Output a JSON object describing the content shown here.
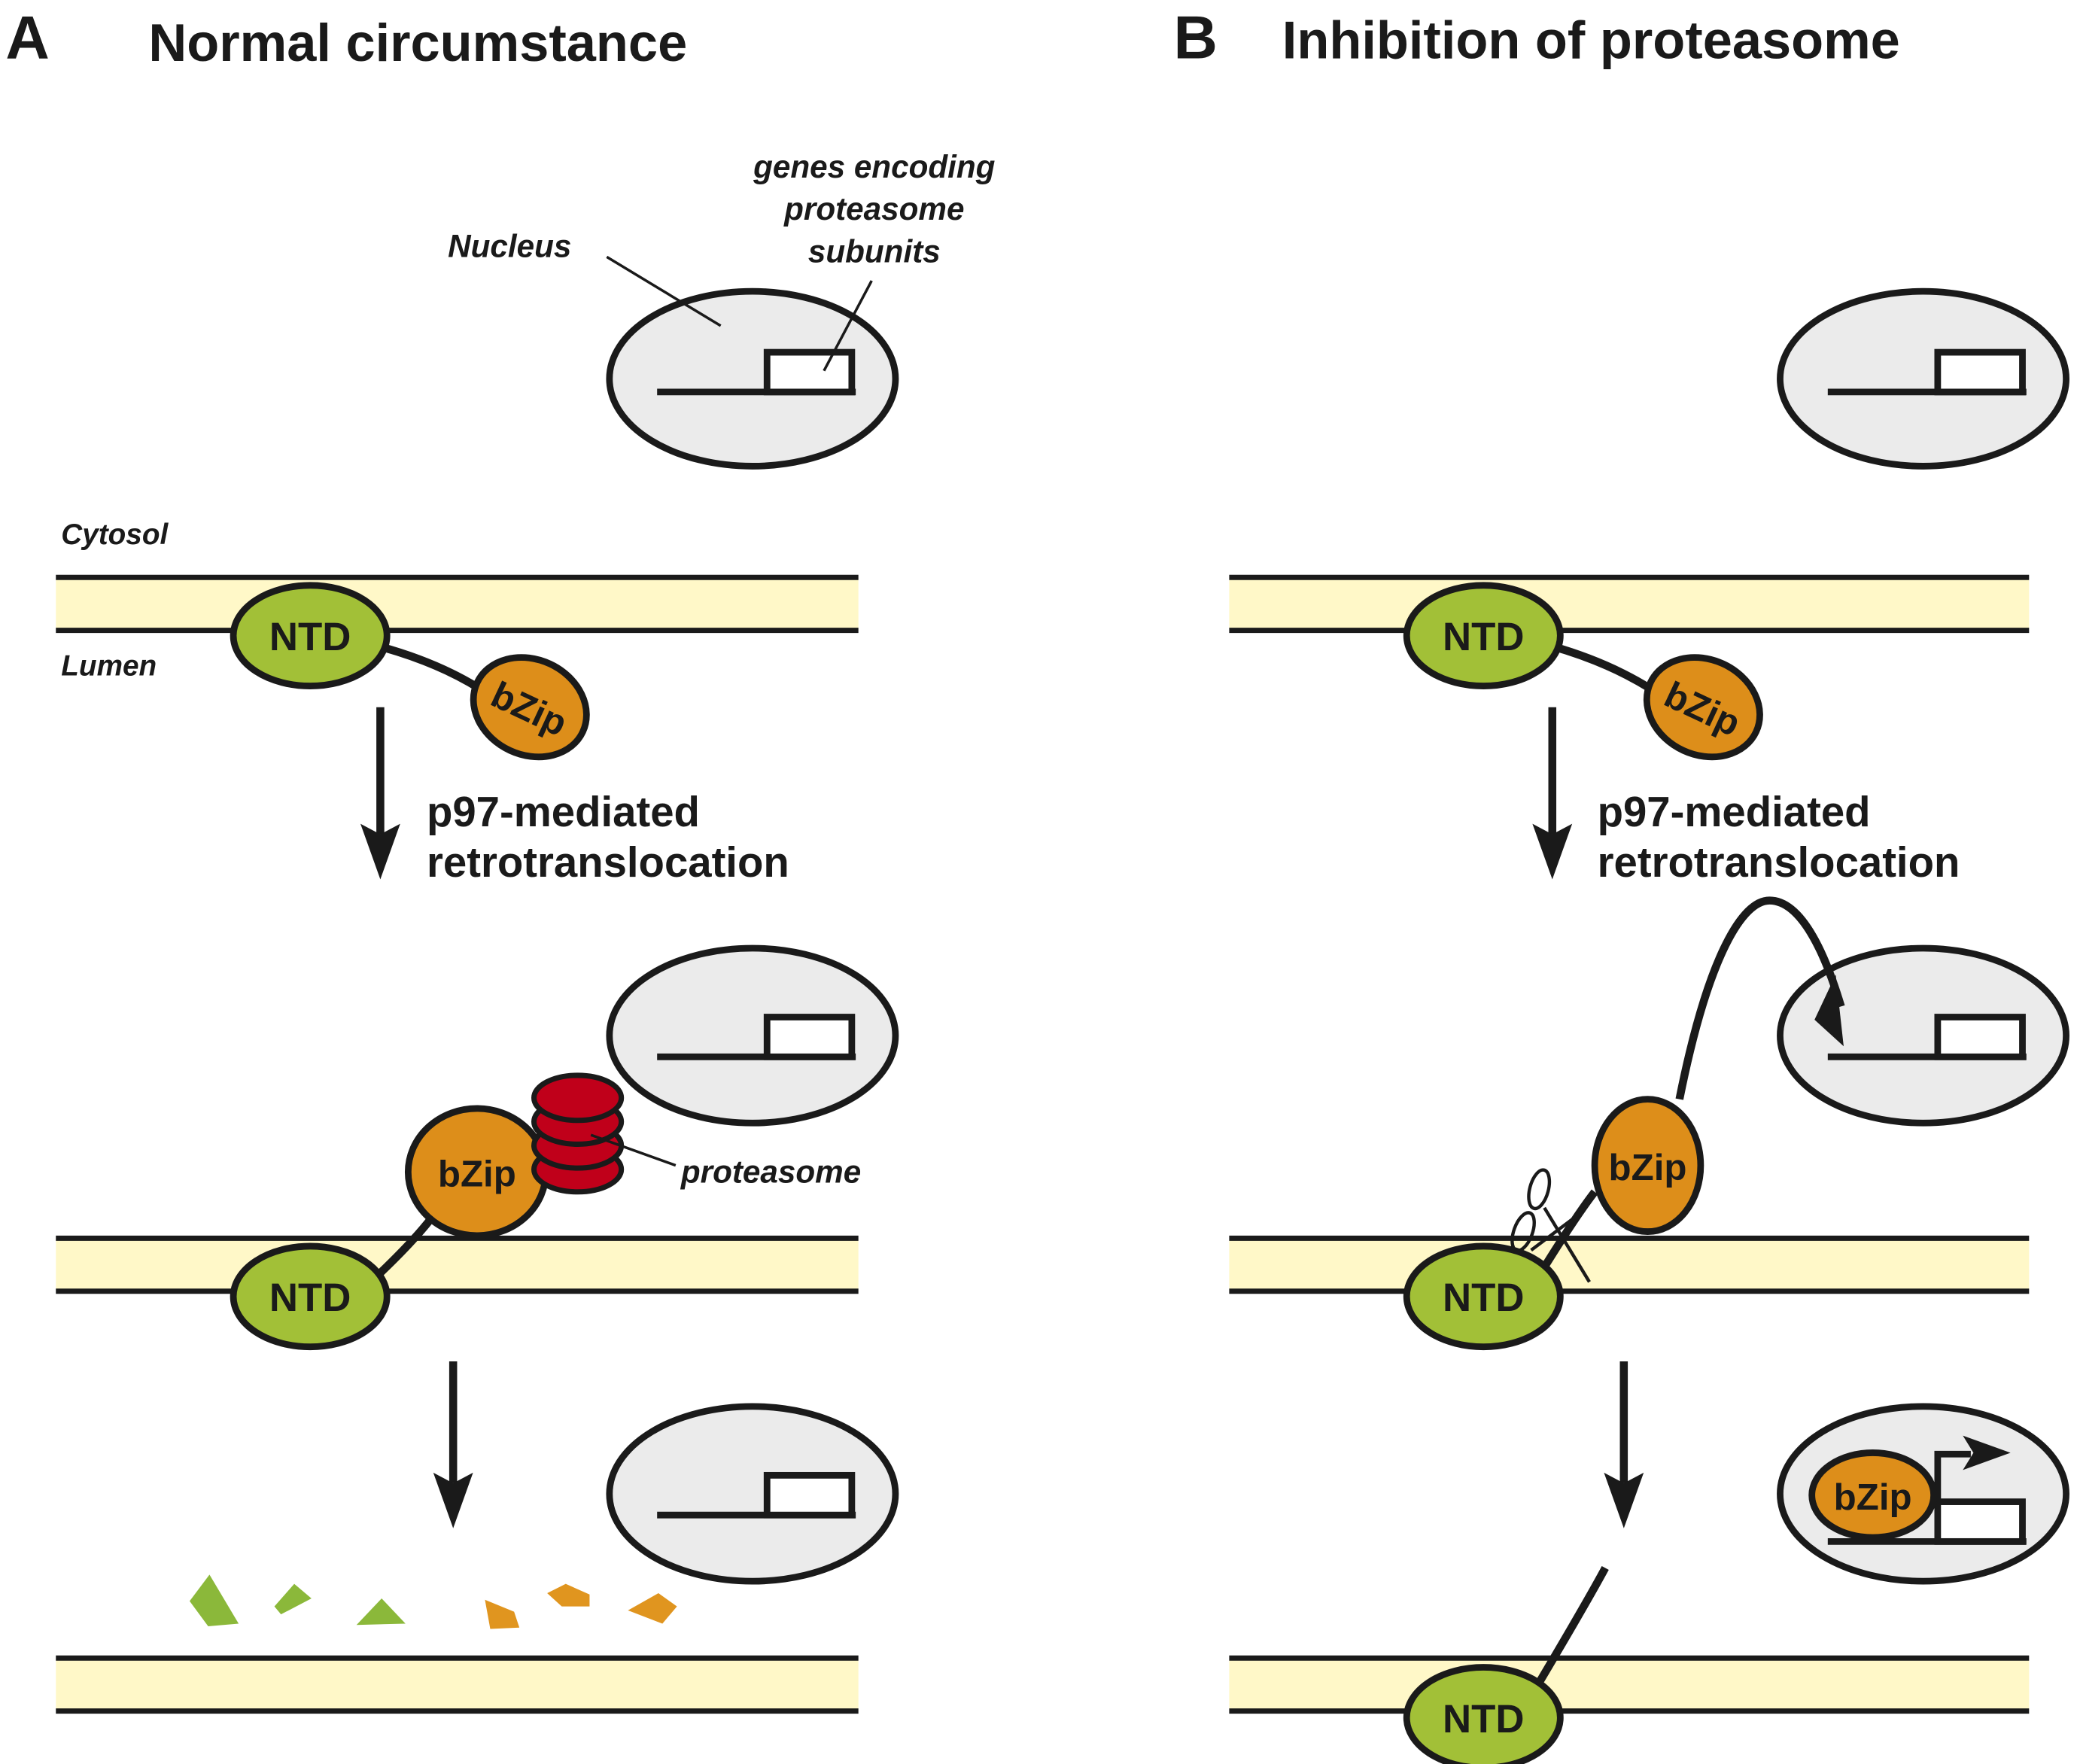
{
  "colors": {
    "stroke": "#1a1a1a",
    "membrane": "#fff8c8",
    "nucleus": "#ebebeb",
    "ntd": "#a2c037",
    "bzip": "#dd8e1a",
    "proteasome": "#c0001a",
    "fragment_green": "#8bb83a",
    "fragment_orange": "#e0951f",
    "gene_box": "#ffffff"
  },
  "panelA": {
    "letter": "A",
    "title": "Normal circumstance",
    "labels": {
      "nucleus": "Nucleus",
      "genes_line1": "genes encoding",
      "genes_line2": "proteasome",
      "genes_line3": "subunits",
      "cytosol": "Cytosol",
      "lumen": "Lumen",
      "step_line1": "p97-mediated",
      "step_line2": "retrotranslocation",
      "proteasome": "proteasome"
    },
    "domains": {
      "ntd": "NTD",
      "bzip": "bZip"
    }
  },
  "panelB": {
    "letter": "B",
    "title": "Inhibition of proteasome",
    "labels": {
      "step_line1": "p97-mediated",
      "step_line2": "retrotranslocation"
    },
    "domains": {
      "ntd": "NTD",
      "bzip": "bZip"
    }
  }
}
